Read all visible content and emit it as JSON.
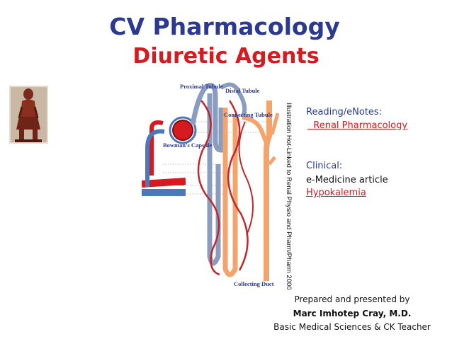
{
  "slide": {
    "title": "CV Pharmacology",
    "subtitle": "Diuretic Agents"
  },
  "figure": {
    "caption": "Illustration Hot-Linked to Renal Physio and Pharm/Pharm 2000",
    "labels": {
      "proximal": "Proximal Tubule",
      "distal": "Distal Tubule",
      "connecting": "Connecting Tubule",
      "bowman": "Bowman's Capsule",
      "collecting": "Collecting Duct"
    }
  },
  "reading": {
    "heading": "Reading/eNotes:",
    "link": "Renal Pharmacology"
  },
  "clinical": {
    "heading": "Clinical:",
    "line1": "e-Medicine article",
    "link": "Hypokalemia"
  },
  "credits": {
    "line1": "Prepared and presented by",
    "line2": "Marc Imhotep Cray, M.D.",
    "line3": "Basic Medical Sciences & CK Teacher"
  },
  "colors": {
    "title_blue": "#2b3990",
    "subtitle_red": "#d71920",
    "artery_red": "#d71920",
    "vein_blue": "#4a78b8",
    "duct_orange": "#f4a46a",
    "label_blue": "#2b3990"
  }
}
